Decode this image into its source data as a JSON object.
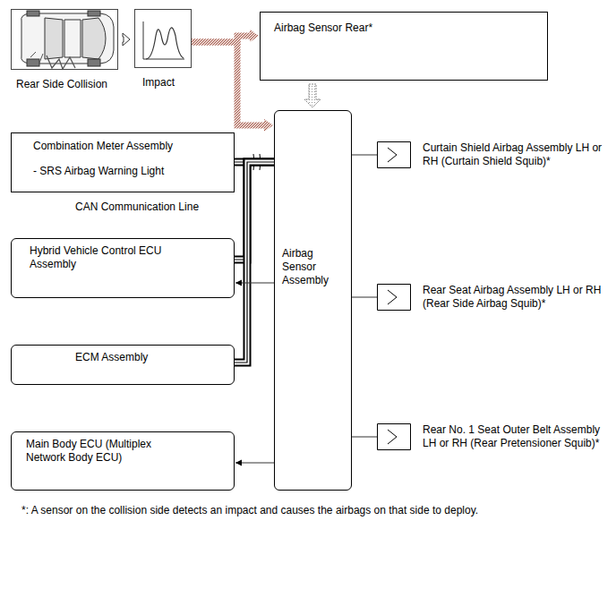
{
  "diagram": {
    "nodes": [
      {
        "text": [
          "Rear Side Collision"
        ]
      },
      {
        "text": [
          "Impact"
        ]
      },
      {
        "text": [
          "Airbag Sensor Rear*"
        ]
      },
      {
        "text": [
          "Combination Meter Assembly",
          "- SRS Airbag Warning Light"
        ]
      },
      {
        "text": [
          "Curtain Shield Airbag Assembly LH or RH (Curtain Shield Squib)*"
        ]
      },
      {
        "text": [
          "Hybrid Vehicle Control ECU Assembly"
        ]
      },
      {
        "text": [
          "Airbag Sensor Assembly"
        ]
      },
      {
        "text": [
          "Rear Seat Airbag Assembly LH or RH (Rear Side Airbag Squib)*"
        ]
      },
      {
        "text": [
          "ECM Assembly"
        ]
      },
      {
        "text": [
          "Rear No. 1 Seat Outer Belt Assembly LH or RH (Rear Pretensioner Squib)*"
        ]
      },
      {
        "text": [
          "Main Body ECU (Multiplex Network Body ECU)"
        ]
      }
    ],
    "edges": [
      {
        "from": 0,
        "to": 1,
        "arrow": "to"
      },
      {
        "from": 1,
        "to": 2,
        "arrow": "to"
      },
      {
        "from": 1,
        "to": 6,
        "arrow": "to"
      },
      {
        "from": 2,
        "to": 6,
        "arrow": "to"
      },
      {
        "from": 3,
        "to": 6,
        "arrow": "none"
      },
      {
        "from": 5,
        "to": 6,
        "arrow": "none"
      },
      {
        "from": 8,
        "to": 6,
        "arrow": "none"
      },
      {
        "from": 6,
        "to": 5,
        "arrow": "to"
      },
      {
        "from": 6,
        "to": 4,
        "arrow": "none"
      },
      {
        "from": 6,
        "to": 7,
        "arrow": "none"
      },
      {
        "from": 6,
        "to": 9,
        "arrow": "none"
      },
      {
        "from": 6,
        "to": 10,
        "arrow": "to"
      }
    ],
    "labels": [
      "CAN Communication Line",
      "*: A sensor on the collision side detects an impact and causes the airbags on that side to deploy."
    ]
  }
}
